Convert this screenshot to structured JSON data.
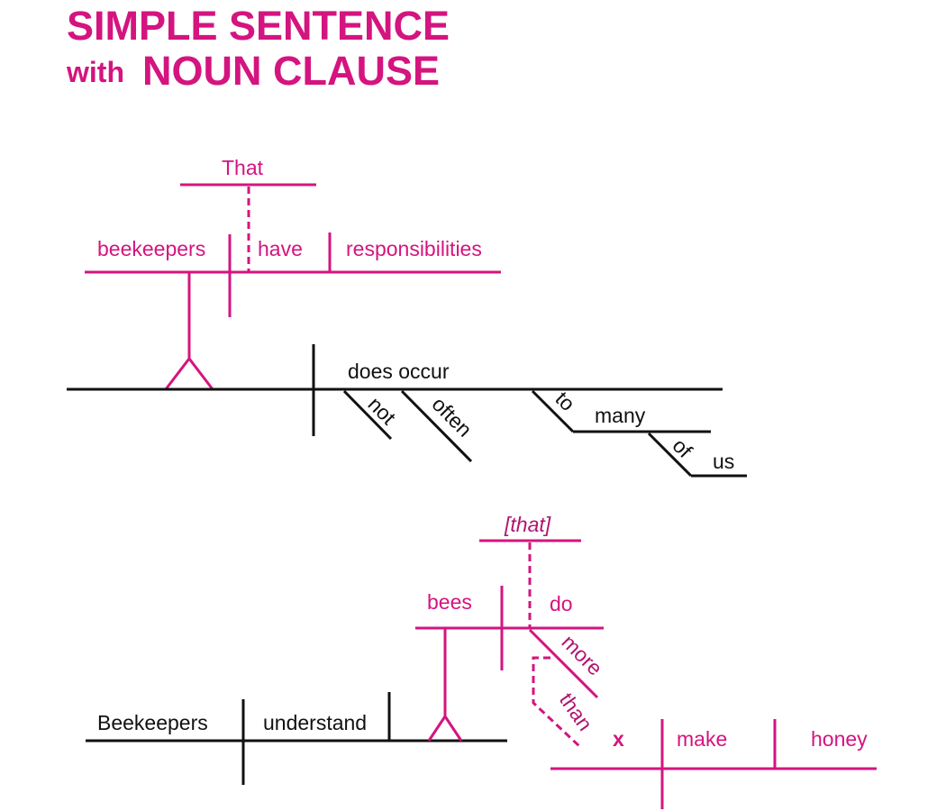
{
  "title": {
    "line1": "SIMPLE SENTENCE",
    "line2_prefix": "with",
    "line2_main": "NOUN CLAUSE"
  },
  "colors": {
    "magenta": "#d4147f",
    "dark_magenta": "#b01570",
    "black": "#111111"
  },
  "diagram1": {
    "clause_connector": "That",
    "subject": "beekeepers",
    "verb": "have",
    "object": "responsibilities",
    "main_verb": "does occur",
    "modifier_not": "not",
    "modifier_often": "often",
    "prep_to": "to",
    "prep_to_object": "many",
    "prep_of": "of",
    "prep_of_object": "us"
  },
  "diagram2": {
    "subject": "Beekeepers",
    "verb": "understand",
    "clause_connector": "[that]",
    "clause_subject": "bees",
    "clause_verb": "do",
    "modifier_more": "more",
    "connector_than": "than",
    "ellipsis_subject": "x",
    "sub_verb": "make",
    "sub_object": "honey"
  }
}
